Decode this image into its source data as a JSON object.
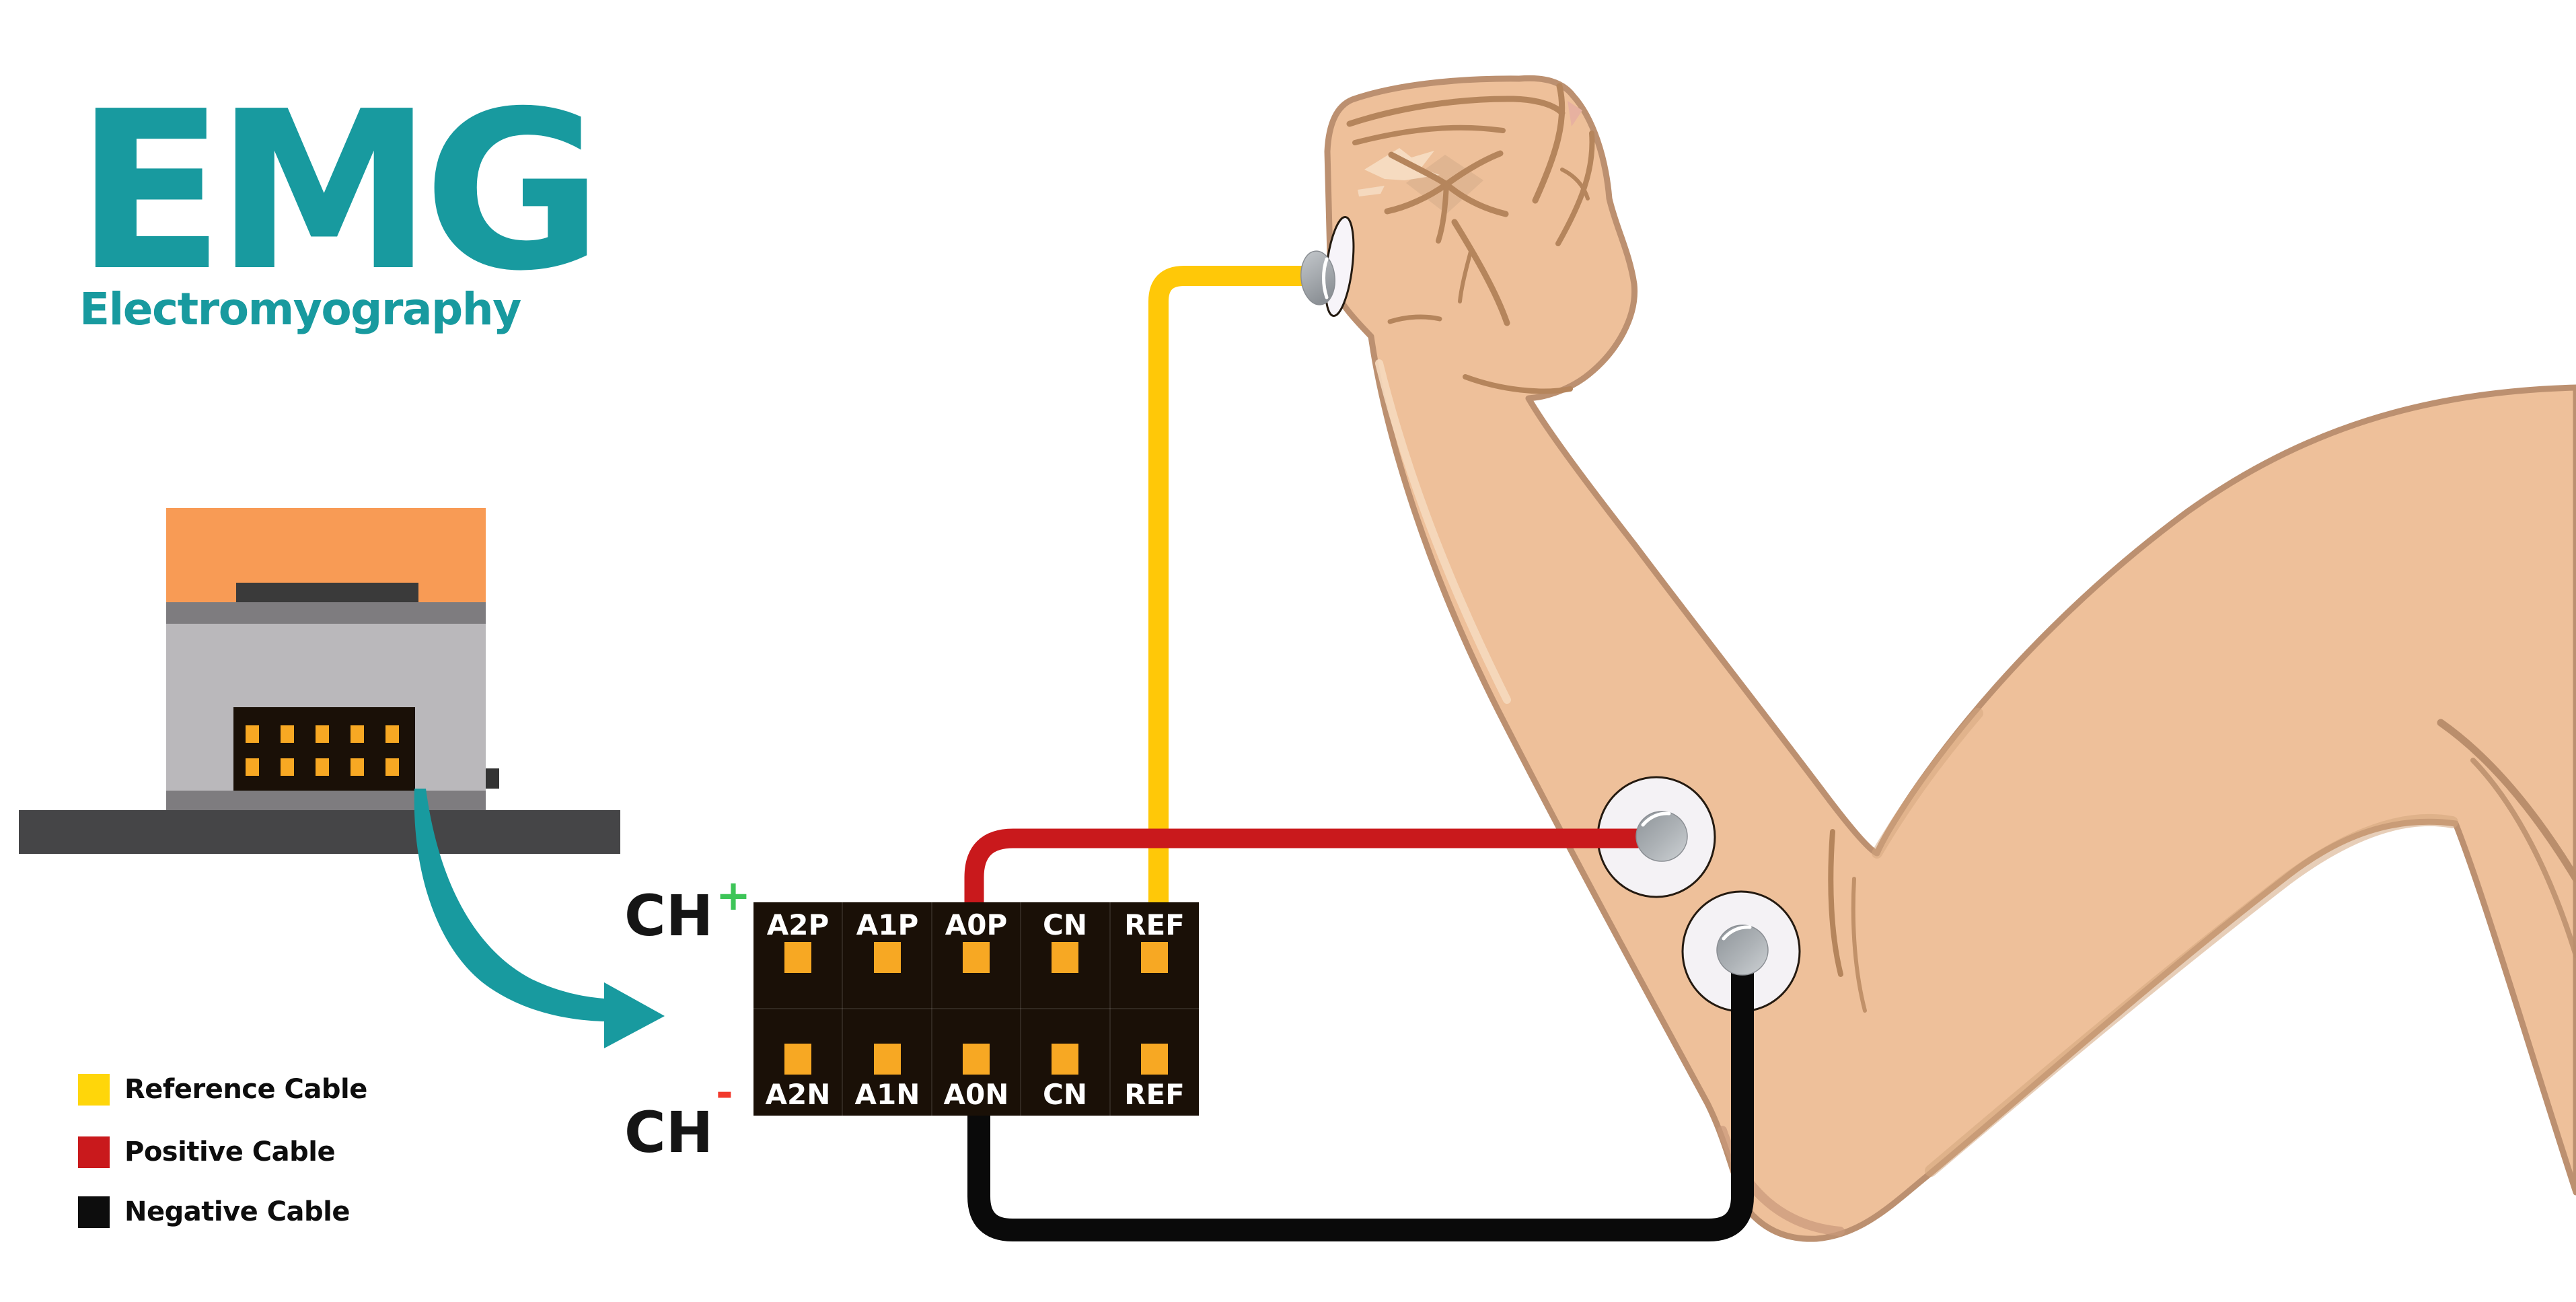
{
  "title": {
    "text": "EMG",
    "subtitle": "Electromyography"
  },
  "colors": {
    "accent_teal": "#189A9F",
    "reference_cable": "#FFC808",
    "positive_cable": "#C9191C",
    "negative_cable": "#0A0A0A",
    "legend_reference": "#FFD60A",
    "legend_positive": "#C9191C",
    "legend_negative": "#0D0D0D",
    "pin_orange": "#F7A823",
    "connector_black": "#1A1007",
    "device_orange": "#F89B55",
    "skin": "#EEC09A",
    "ch_plus_green": "#3DC558",
    "ch_minus_red": "#F2392C"
  },
  "legend": {
    "items": [
      {
        "label": "Reference Cable",
        "swatch_style": "background:#FFD60A"
      },
      {
        "label": "Positive Cable",
        "swatch_style": "background:#C9191C"
      },
      {
        "label": "Negative Cable",
        "swatch_style": "background:#0D0D0D"
      }
    ]
  },
  "connector": {
    "top_labels": [
      "A2P",
      "A1P",
      "A0P",
      "CN",
      "REF"
    ],
    "bottom_labels": [
      "A2N",
      "A1N",
      "A0N",
      "CN",
      "REF"
    ],
    "ch_plus": {
      "label": "CH",
      "sign": "+"
    },
    "ch_minus": {
      "label": "CH",
      "sign": "-"
    }
  }
}
